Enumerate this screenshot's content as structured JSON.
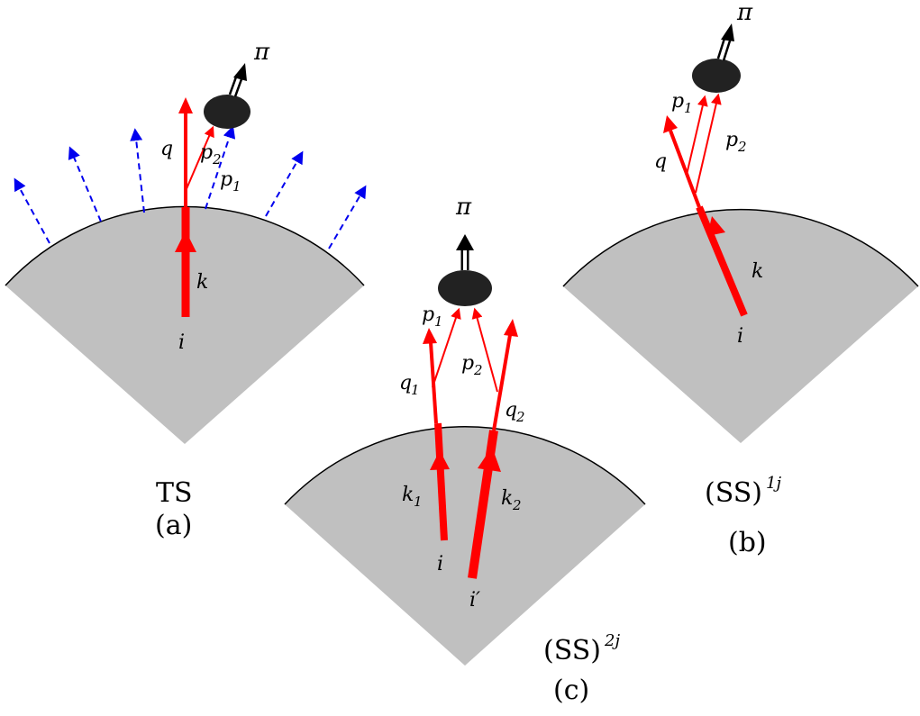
{
  "labels": {
    "pi": "π",
    "q": "q",
    "p1": "p",
    "p2": "p",
    "k": "k",
    "i": "i",
    "i_prime": "i′",
    "q1": "q",
    "q2": "q",
    "k1": "k",
    "k2": "k",
    "sub_1": "1",
    "sub_2": "2"
  },
  "captions": {
    "ts": "TS",
    "a": "(a)",
    "ss1_base": "(SS)",
    "ss1_sup": "1j",
    "b": "(b)",
    "ss2_base": "(SS)",
    "ss2_sup": "2j",
    "c": "(c)"
  },
  "colors": {
    "cone_fill": "#c0c0c0",
    "parton": "#ff0000",
    "radiation": "#0000ee",
    "blob": "#222222",
    "pion_arrow": "#000000"
  }
}
